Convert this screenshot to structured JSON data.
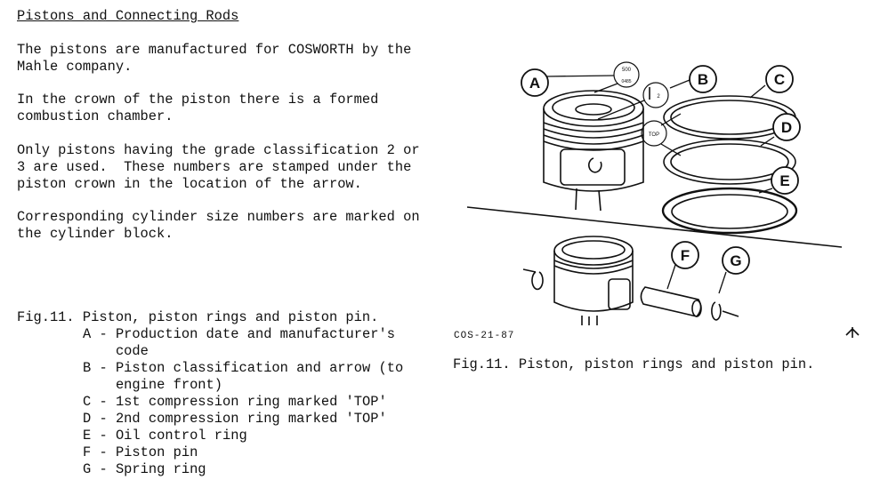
{
  "heading": "Pistons and Connecting Rods",
  "paragraphs": [
    [
      "The pistons are manufactured for COSWORTH by the",
      "Mahle company."
    ],
    [
      "In the crown of the piston there is a formed",
      "combustion chamber."
    ],
    [
      "Only pistons having the grade classification 2 or",
      "3 are used.  These numbers are stamped under the",
      "piston crown in the location of the arrow."
    ],
    [
      "Corresponding cylinder size numbers are marked on",
      "the cylinder block."
    ]
  ],
  "caption": {
    "title": "Fig.11. Piston, piston rings and piston pin.",
    "items": [
      "A - Production date and manufacturer's",
      "    code",
      "B - Piston classification and arrow (to",
      "    engine front)",
      "C - 1st compression ring marked 'TOP'",
      "D - 2nd compression ring marked 'TOP'",
      "E - Oil control ring",
      "F - Piston pin",
      "G - Spring ring"
    ]
  },
  "figure": {
    "labels": {
      "A": "A",
      "B": "B",
      "C": "C",
      "D": "D",
      "E": "E",
      "F": "F",
      "G": "G"
    },
    "stamp_top": "500",
    "stamp_bottom": "0485",
    "grade_mark": "2",
    "ring_mark": "TOP",
    "drawing_code": "COS-21-87",
    "caption": "Fig.11. Piston, piston rings and piston pin."
  }
}
